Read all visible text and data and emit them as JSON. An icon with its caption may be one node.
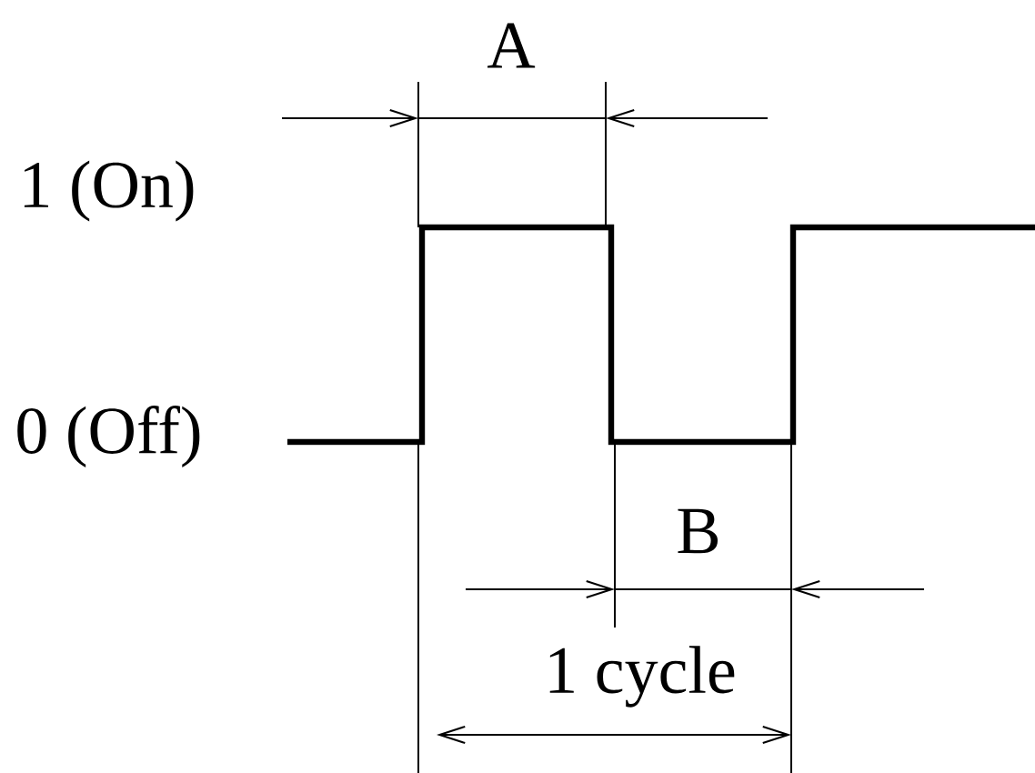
{
  "diagram": {
    "labels": [
      "A",
      "1 (On)",
      "0 (Off)",
      "B",
      "1 cycle"
    ]
  }
}
